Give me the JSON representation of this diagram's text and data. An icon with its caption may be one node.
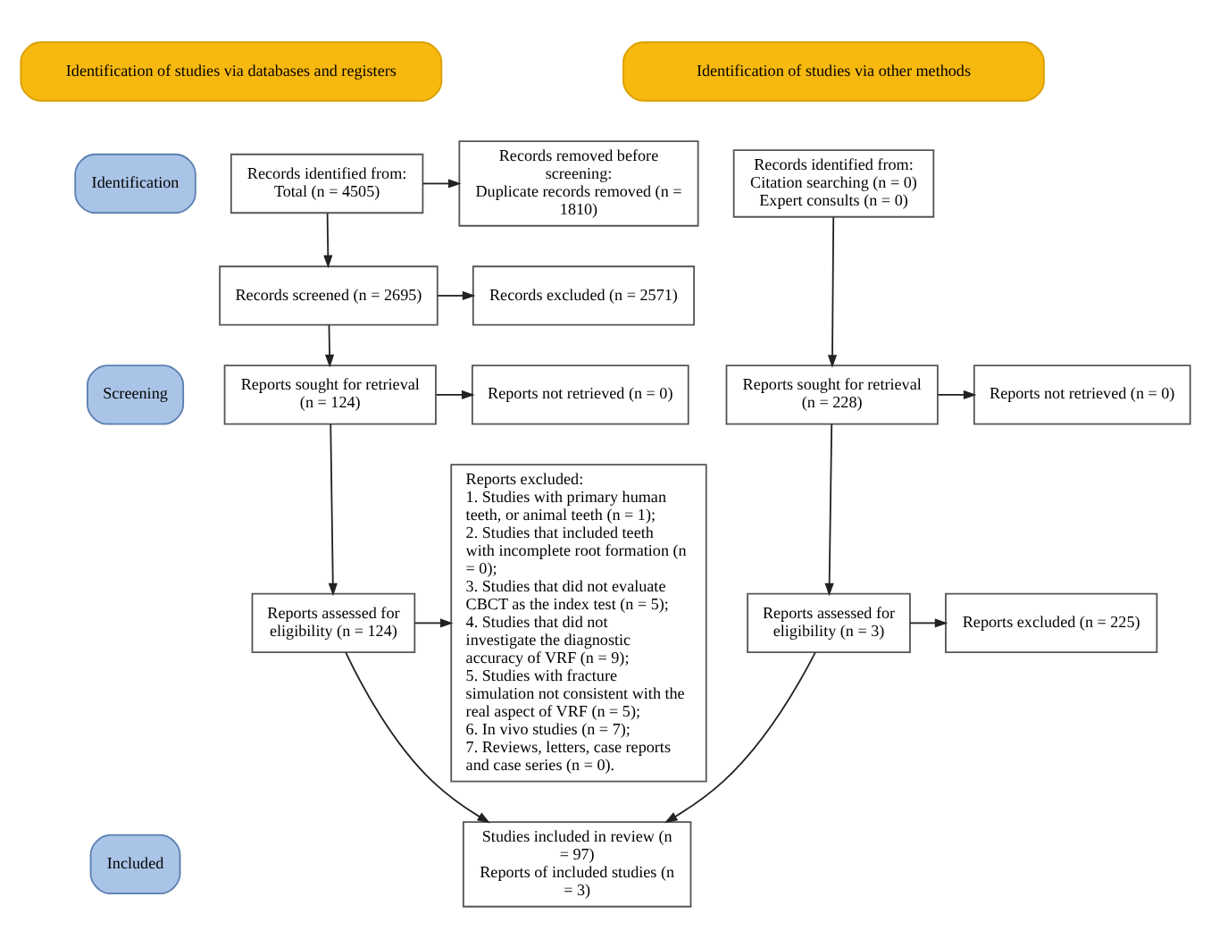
{
  "diagram": {
    "nodes": [
      {
        "text": [
          "Identification of studies via databases and registers"
        ]
      },
      {
        "text": [
          "Identification of studies via other methods"
        ]
      },
      {
        "text": [
          "Identification"
        ]
      },
      {
        "text": [
          "Records identified from:",
          "Total (n = 4505)"
        ]
      },
      {
        "text": [
          "Records removed before screening:",
          "Duplicate records removed (n = 1810)"
        ]
      },
      {
        "text": [
          "Records identified from:",
          "Citation searching (n = 0)",
          "Expert consults (n = 0)"
        ]
      },
      {
        "text": [
          "Screening"
        ]
      },
      {
        "text": [
          "Records screened (n = 2695)"
        ]
      },
      {
        "text": [
          "Records excluded (n = 2571)"
        ]
      },
      {
        "text": [
          "Reports sought for retrieval (n = 124)"
        ]
      },
      {
        "text": [
          "Reports not retrieved (n = 0)"
        ]
      },
      {
        "text": [
          "Reports sought for retrieval (n = 228)"
        ]
      },
      {
        "text": [
          "Reports not retrieved (n = 0)"
        ]
      },
      {
        "text": [
          "Reports excluded:",
          "1. Studies with primary human teeth, or animal teeth (n = 1);",
          "2. Studies that included teeth with incomplete root formation (n = 0);",
          "3. Studies that did not evaluate CBCT as the index test (n = 5);",
          "4. Studies that did not investigate the diagnostic accuracy of VRF (n = 9);",
          "5. Studies with fracture simulation not consistent with the real aspect of VRF (n = 5);",
          "6. In vivo studies (n = 7);",
          "7. Reviews, letters, case reports and case series (n = 0)."
        ]
      },
      {
        "text": [
          "Reports assessed for eligibility (n = 124)"
        ]
      },
      {
        "text": [
          "Reports assessed for eligibility (n = 3)"
        ]
      },
      {
        "text": [
          "Reports excluded (n = 225)"
        ]
      },
      {
        "text": [
          "Included"
        ]
      },
      {
        "text": [
          "Studies included in review (n = 97)",
          "Reports of included studies (n = 3)"
        ]
      }
    ],
    "edges": [
      {
        "from": 3,
        "to": 4,
        "arrow": "to"
      },
      {
        "from": 3,
        "to": 7,
        "arrow": "to"
      },
      {
        "from": 7,
        "to": 8,
        "arrow": "to"
      },
      {
        "from": 7,
        "to": 9,
        "arrow": "to"
      },
      {
        "from": 9,
        "to": 10,
        "arrow": "to"
      },
      {
        "from": 9,
        "to": 14,
        "arrow": "to"
      },
      {
        "from": 14,
        "to": 13,
        "arrow": "to"
      },
      {
        "from": 14,
        "to": 18,
        "arrow": "to"
      },
      {
        "from": 5,
        "to": 11,
        "arrow": "to"
      },
      {
        "from": 11,
        "to": 12,
        "arrow": "to"
      },
      {
        "from": 11,
        "to": 15,
        "arrow": "to"
      },
      {
        "from": 15,
        "to": 16,
        "arrow": "to"
      },
      {
        "from": 15,
        "to": 18,
        "arrow": "to"
      }
    ]
  }
}
